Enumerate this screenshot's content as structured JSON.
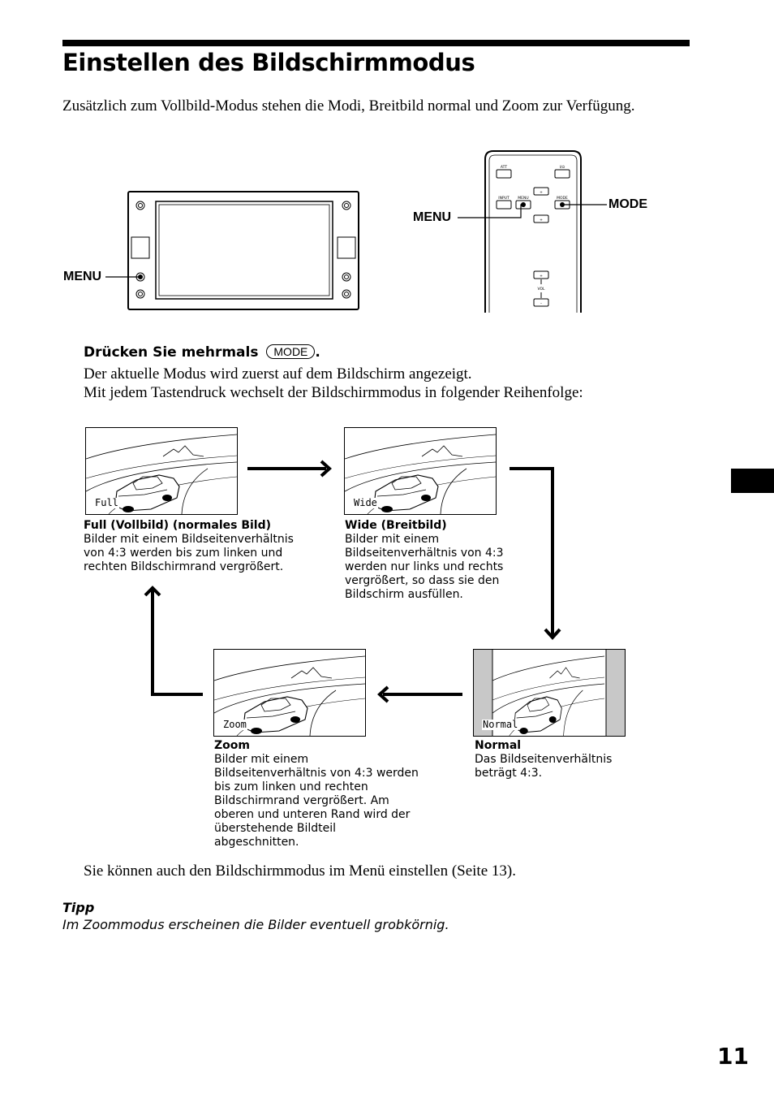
{
  "title": "Einstellen des Bildschirmmodus",
  "intro": "Zusätzlich zum Vollbild-Modus stehen die Modi, Breitbild normal und Zoom zur Verfügung.",
  "callouts": {
    "unit_menu": "MENU",
    "remote_menu": "MENU",
    "remote_mode": "MODE"
  },
  "remote_labels": {
    "att": "ATT",
    "power": "I/⏻",
    "input": "INPUT",
    "menu": "MENU",
    "mode": "MODE",
    "up": "+",
    "down": "+",
    "vol": "VOL",
    "vol_up": "+",
    "vol_down": "–"
  },
  "step": {
    "heading": "Drücken Sie mehrmals",
    "key": "MODE",
    "heading_end": ".",
    "line1": "Der aktuelle Modus wird zuerst auf dem Bildschirm angezeigt.",
    "line2": "Mit jedem Tastendruck wechselt der Bildschirmmodus in folgender Reihenfolge:"
  },
  "modes": {
    "full": {
      "osd": "Full",
      "title": "Full (Vollbild) (normales Bild)",
      "lines": [
        "Bilder mit einem Bildseitenverhältnis",
        "von 4:3 werden bis zum linken und",
        "rechten Bildschirmrand vergrößert."
      ]
    },
    "wide": {
      "osd": "Wide",
      "title": "Wide (Breitbild)",
      "lines": [
        "Bilder mit einem",
        "Bildseitenverhältnis von 4:3",
        "werden nur links und rechts",
        "vergrößert, so dass sie den",
        "Bildschirm ausfüllen."
      ]
    },
    "zoom": {
      "osd": "Zoom",
      "title": "Zoom",
      "lines": [
        "Bilder mit einem",
        "Bildseitenverhältnis von 4:3 werden",
        "bis zum linken und rechten",
        "Bildschirmrand vergrößert. Am",
        "oberen und unteren Rand wird der",
        "überstehende Bildteil",
        "abgeschnitten."
      ]
    },
    "normal": {
      "osd": "Normal",
      "title": "Normal",
      "lines": [
        "Das Bildseitenverhältnis",
        "beträgt 4:3."
      ]
    }
  },
  "bottom_note": "Sie können auch den Bildschirmmodus im Menü einstellen (Seite 13).",
  "tip": {
    "heading": "Tipp",
    "text": "Im Zoommodus erscheinen die Bilder eventuell grobkörnig."
  },
  "page_number": "11"
}
